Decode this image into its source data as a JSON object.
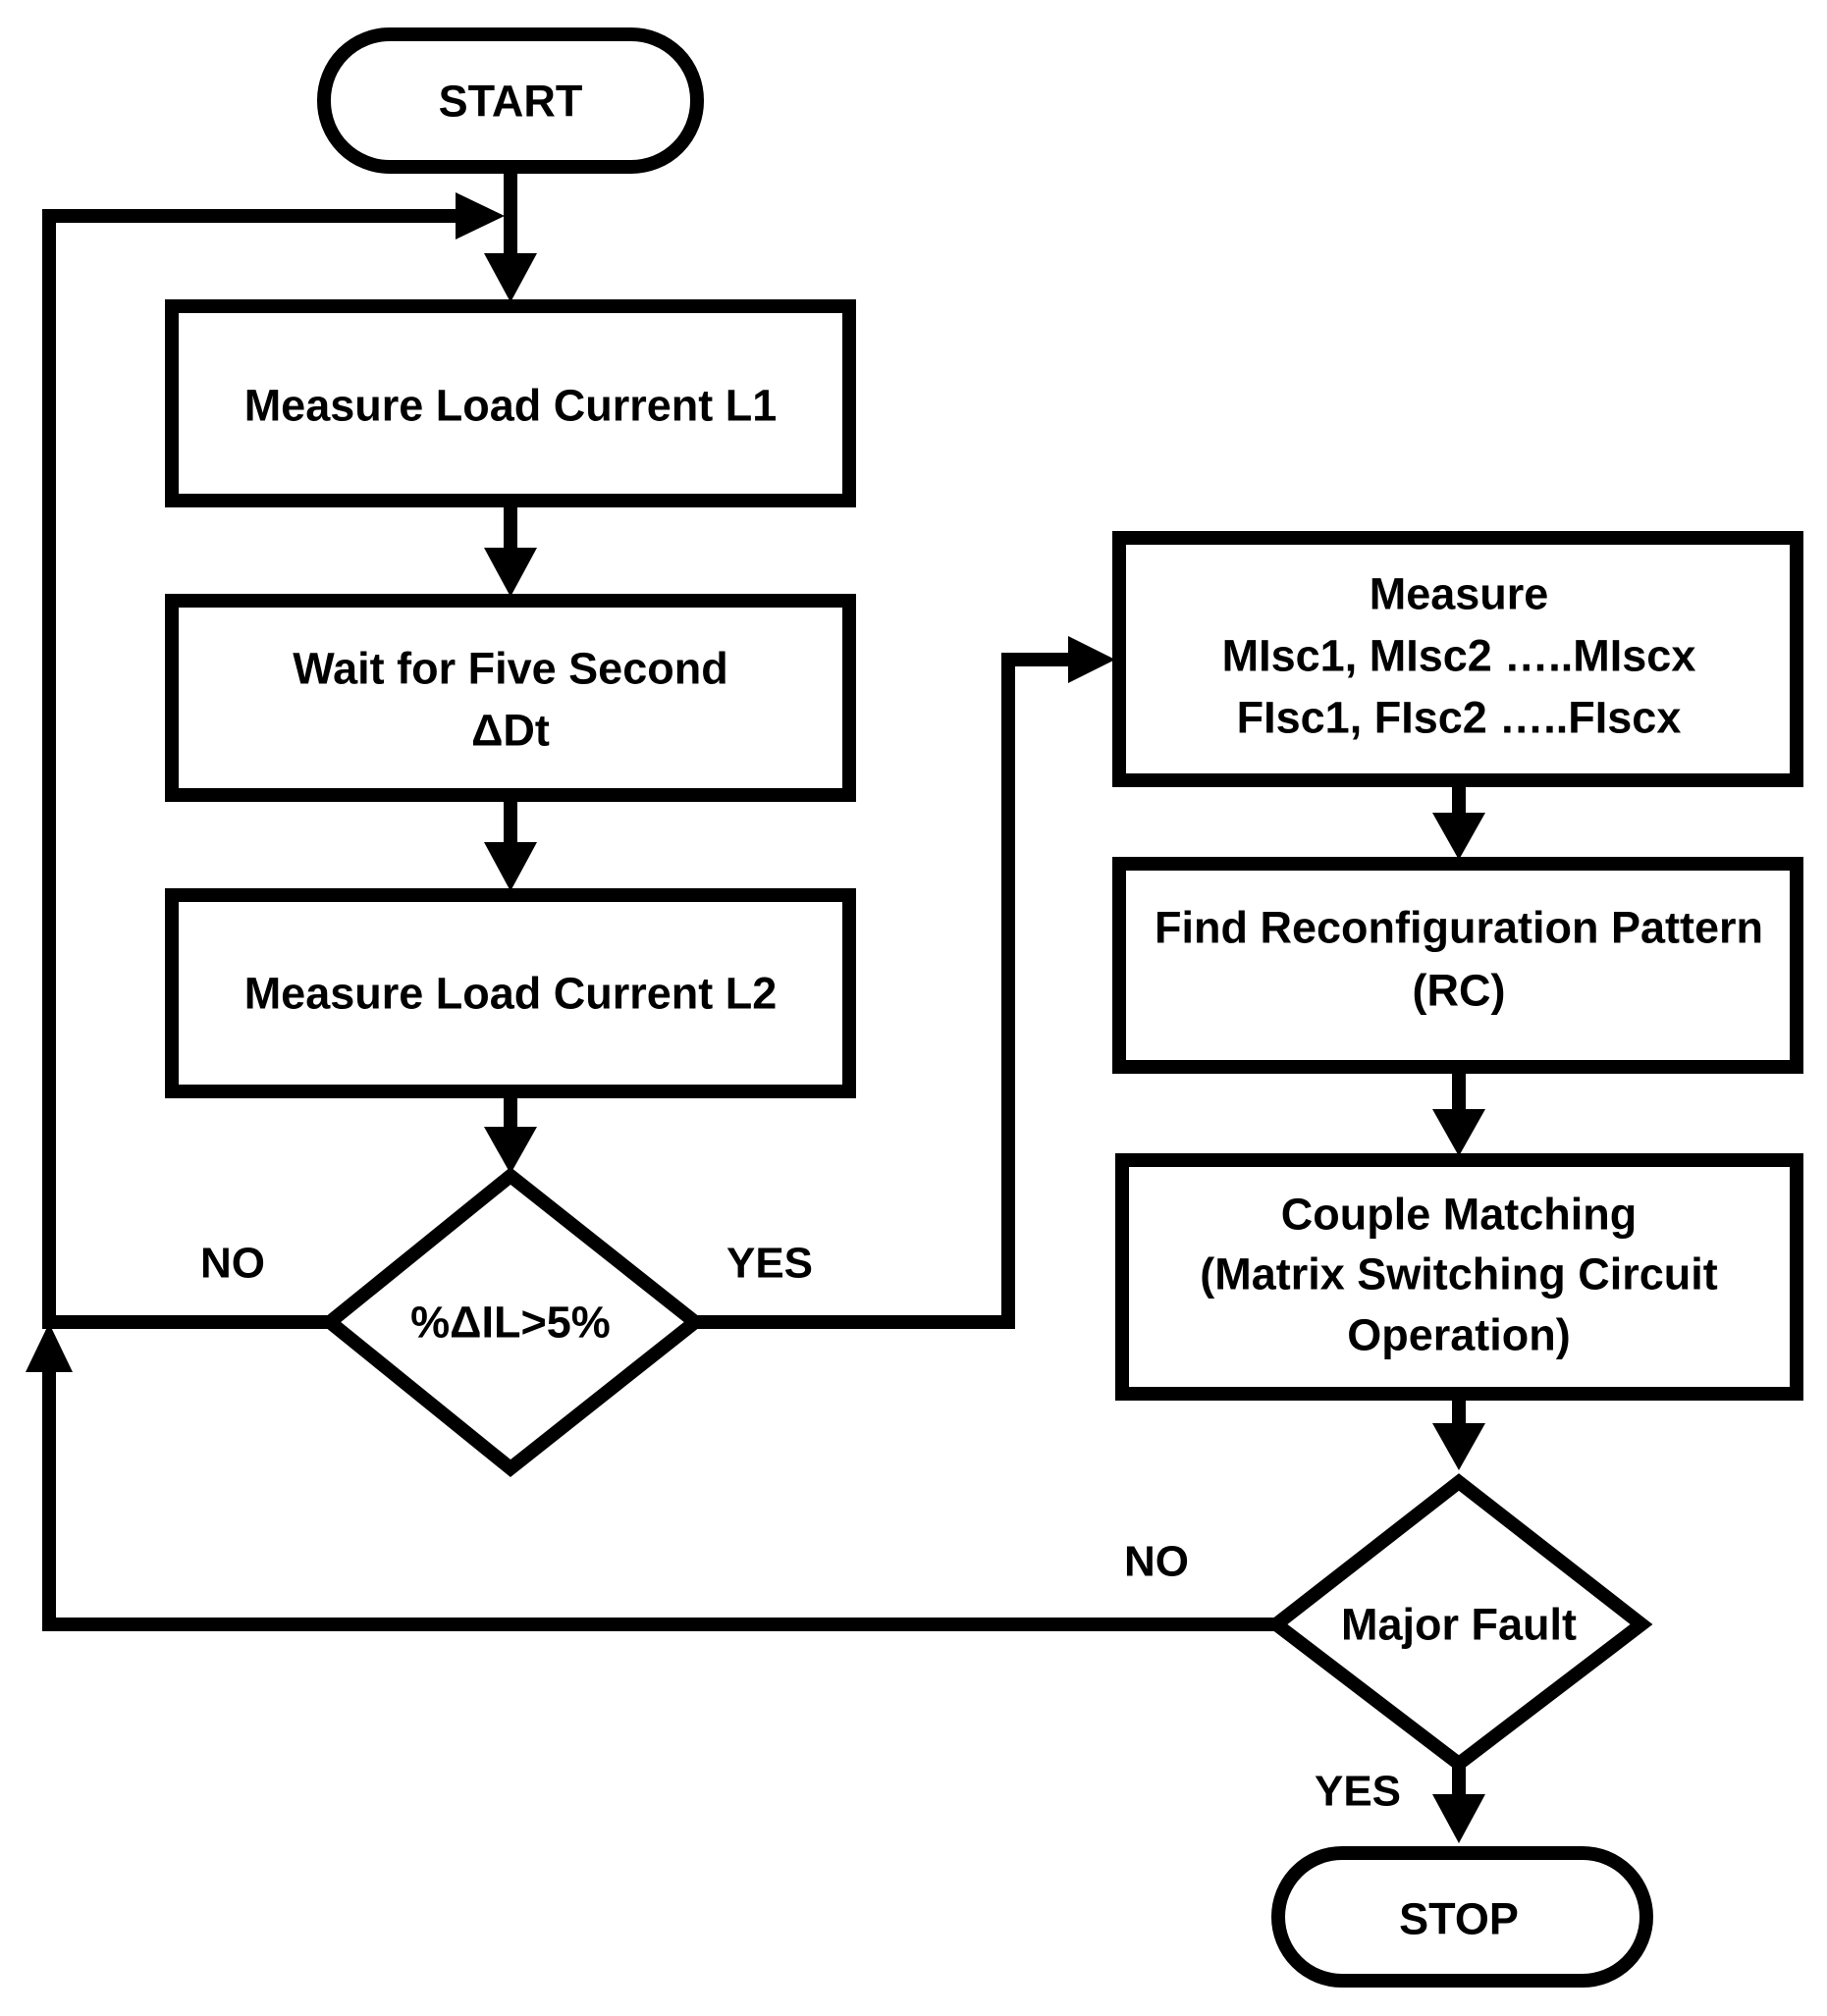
{
  "nodes": {
    "start": {
      "label": "START"
    },
    "measure_l1": {
      "label": "Measure Load Current L1"
    },
    "wait": {
      "line1": "Wait for Five Second",
      "line2": "ΔDt"
    },
    "measure_l2": {
      "label": "Measure Load Current L2"
    },
    "decision_delta": {
      "label": "%ΔIL>5%"
    },
    "measure_isc": {
      "line1": "Measure",
      "line2": "MIsc1, MIsc2 …..MIscx",
      "line3": "FIsc1, FIsc2 …..FIscx"
    },
    "find_pattern": {
      "line1": "Find Reconfiguration Pattern",
      "line2": "(RC)"
    },
    "couple": {
      "line1": "Couple Matching",
      "line2": "(Matrix Switching Circuit",
      "line3": "Operation)"
    },
    "decision_fault": {
      "label": "Major Fault"
    },
    "stop": {
      "label": "STOP"
    }
  },
  "edges": {
    "delta_no": "NO",
    "delta_yes": "YES",
    "fault_no": "NO",
    "fault_yes": "YES"
  }
}
